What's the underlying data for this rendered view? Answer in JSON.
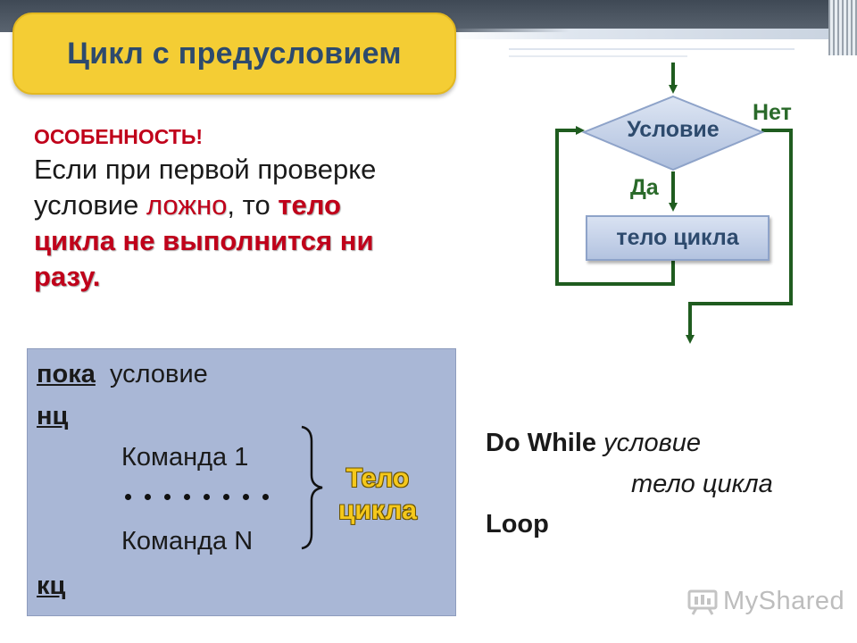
{
  "title": "Цикл с предусловием",
  "note": {
    "heading": "ОСОБЕННОСТЬ!",
    "line1": "Если при первой проверке",
    "line2_a": "условие ",
    "line2_b": "ложно",
    "line2_c": ", то ",
    "line2_d": "тело",
    "line3": "цикла не выполнится ни",
    "line4": "разу."
  },
  "pseudocode": {
    "kw_while": "пока",
    "condition": "условие",
    "kw_begin": "нц",
    "command1": "Команда 1",
    "commandN": "Команда N",
    "kw_end": "кц",
    "body_label_line1": "Тело",
    "body_label_line2": "цикла"
  },
  "flowchart": {
    "condition": "Условие",
    "yes": "Да",
    "no": "Нет",
    "body": "тело цикла",
    "colors": {
      "arrow": "#1f5c1f",
      "diamond_fill": "#c3cfe6",
      "diamond_stroke": "#8ea3c9",
      "text": "#2d4a6d"
    }
  },
  "vb": {
    "kw_do_while": "Do While",
    "condition": "условие",
    "body": "тело цикла",
    "kw_loop": "Loop"
  },
  "watermark": {
    "text": "MyShared",
    "icon": "presentation-board-icon"
  },
  "colors": {
    "title_badge": "#f4cd34",
    "title_text": "#2d4a6d",
    "accent_red": "#c0001a",
    "code_box": "#a9b7d6",
    "body_label": "#f5c81c"
  }
}
